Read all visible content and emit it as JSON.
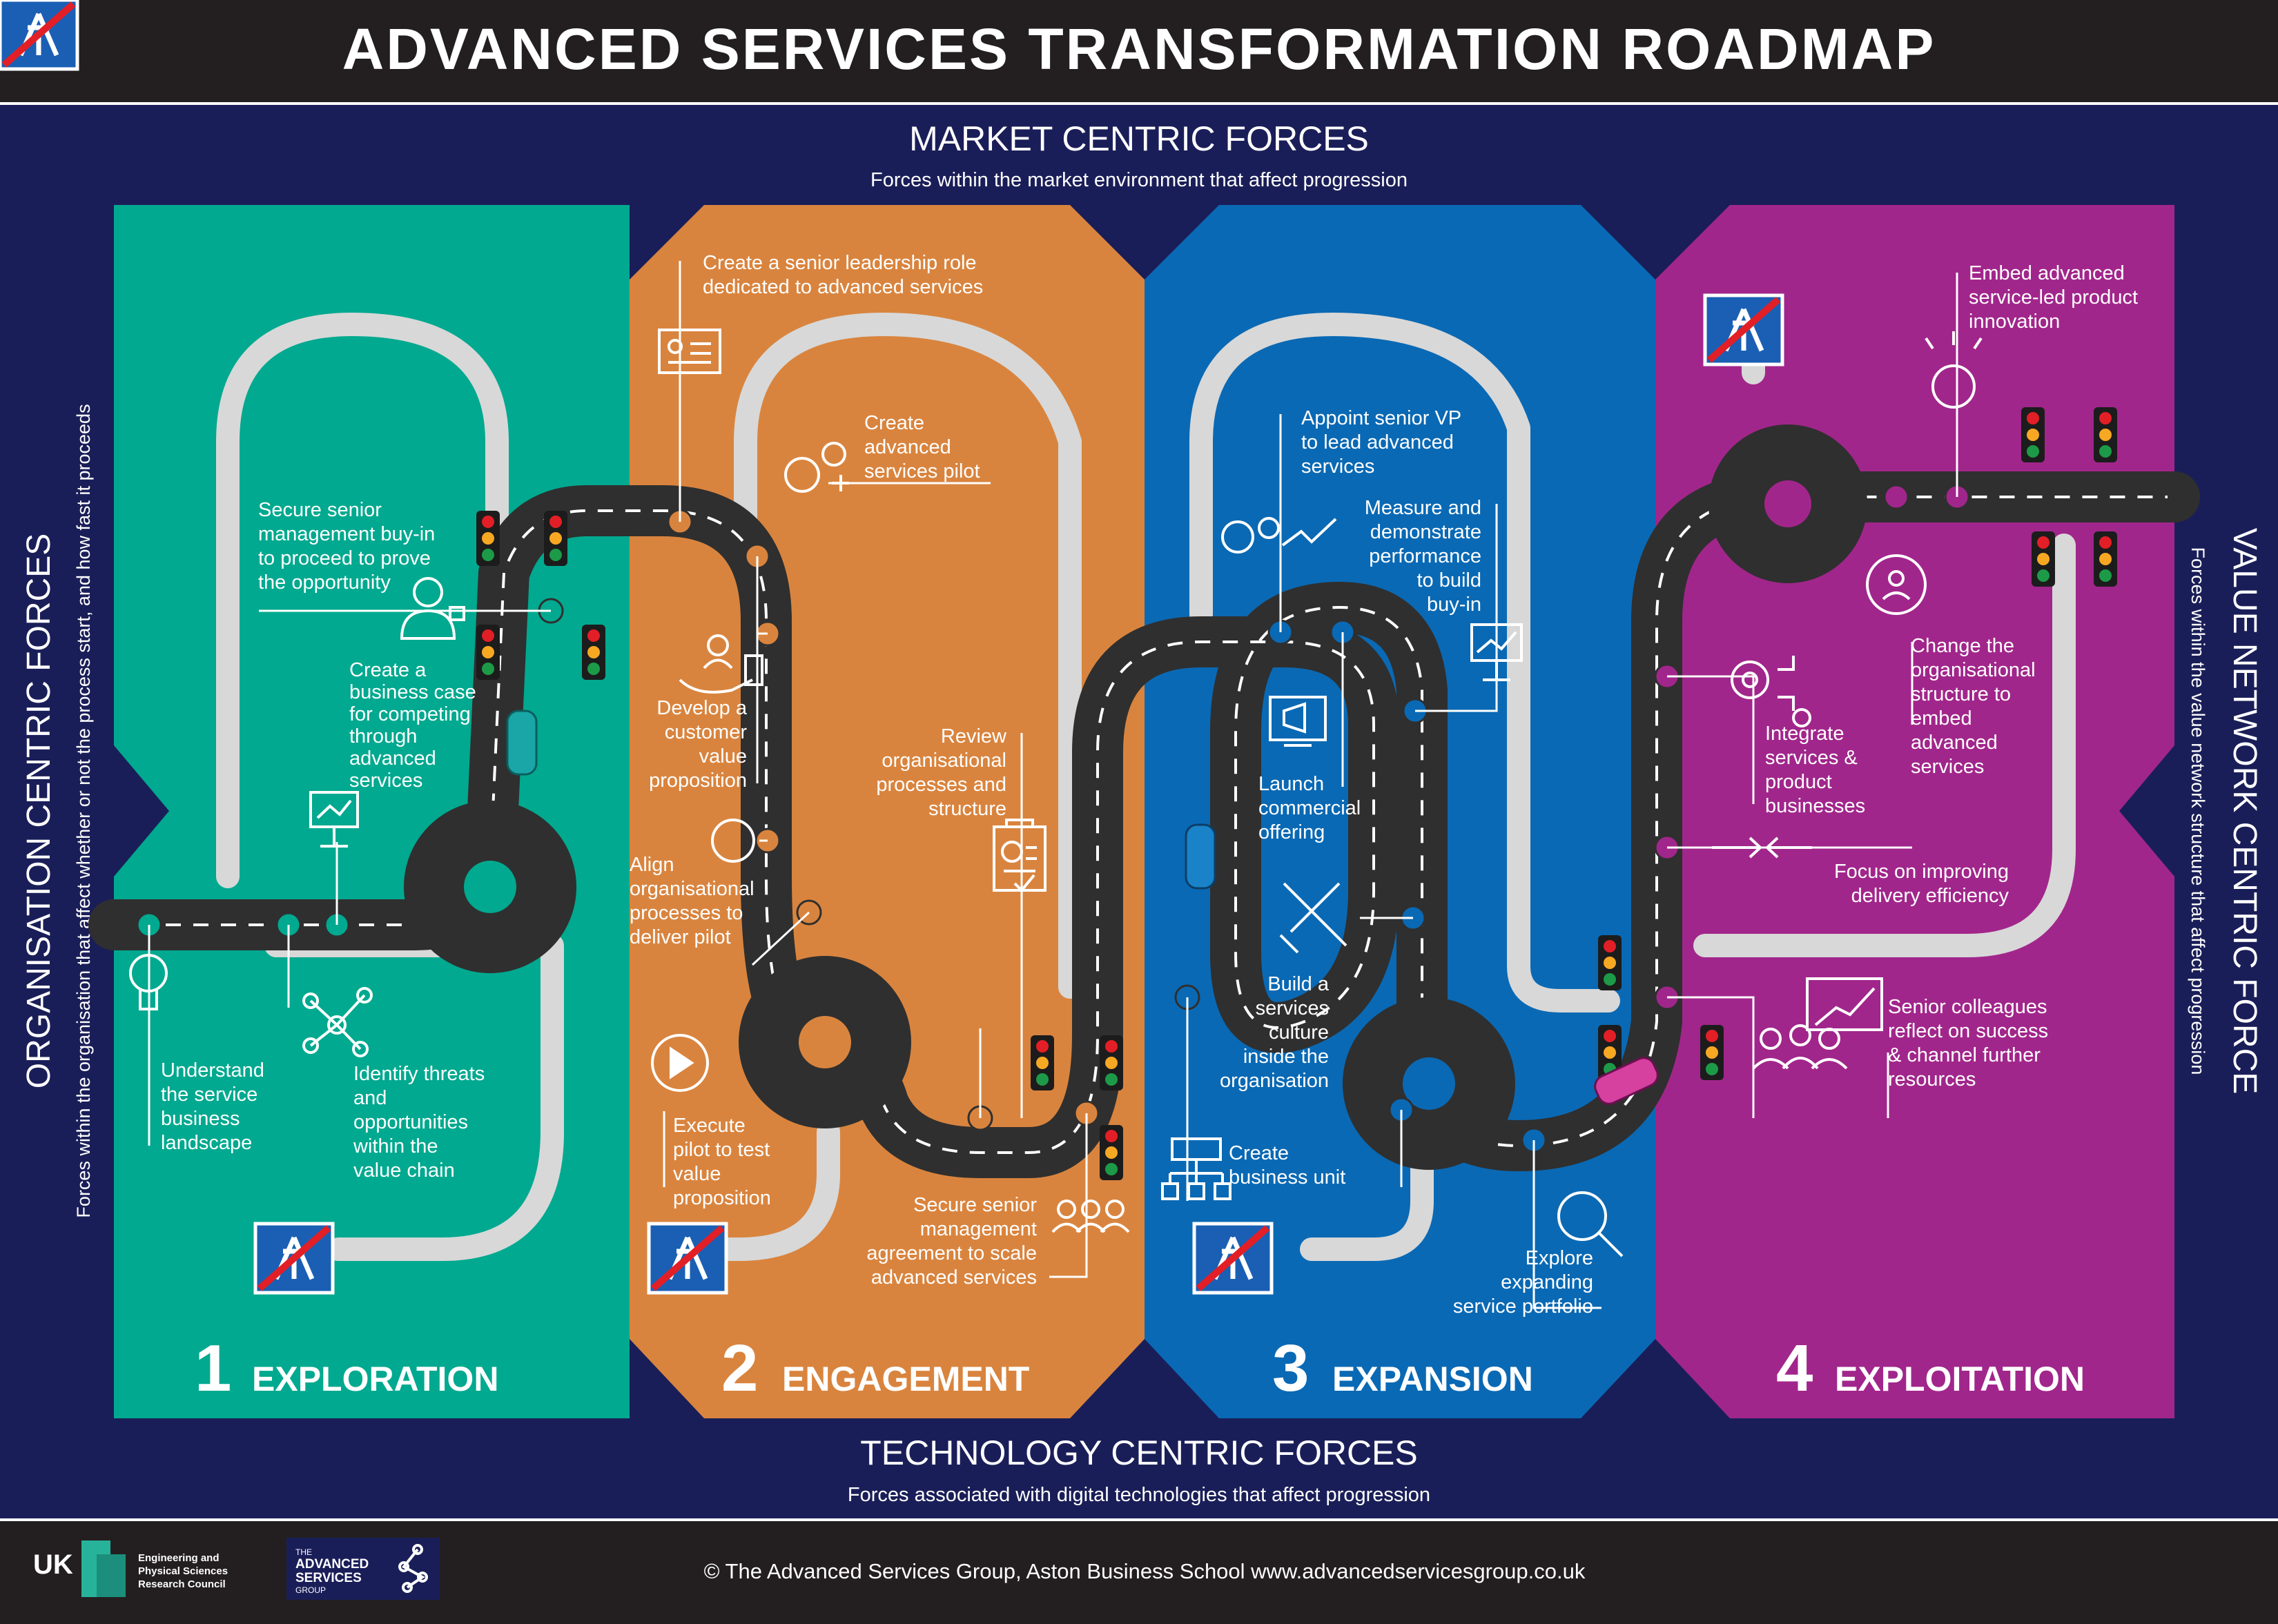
{
  "title": "ADVANCED SERVICES TRANSFORMATION ROADMAP",
  "top": {
    "heading": "MARKET CENTRIC FORCES",
    "sub": "Forces within the market environment that affect progression"
  },
  "bottom": {
    "heading": "TECHNOLOGY CENTRIC FORCES",
    "sub": "Forces associated with digital technologies that affect progression"
  },
  "left": {
    "heading": "ORGANISATION CENTRIC FORCES",
    "sub": "Forces within the organisation that affect whether or not the process start, and how fast it proceeds"
  },
  "right": {
    "heading": "VALUE NETWORK CENTRIC FORCE",
    "sub": "Forces within the value network structure that affect progression"
  },
  "colors": {
    "exploration": "#00a98f",
    "engagement": "#d9843e",
    "expansion": "#0a69b4",
    "exploitation": "#a1268b",
    "background": "#1a1e58",
    "road": "#2f2f2f"
  },
  "stages": [
    {
      "num": "1",
      "name": "EXPLORATION"
    },
    {
      "num": "2",
      "name": "ENGAGEMENT"
    },
    {
      "num": "3",
      "name": "EXPANSION"
    },
    {
      "num": "4",
      "name": "EXPLOITATION"
    }
  ],
  "labels": {
    "s1a": [
      "Secure senior",
      "management buy-in",
      "to proceed to prove",
      "the opportunity"
    ],
    "s1b": [
      "Create a",
      "business case",
      "for competing",
      "through",
      "advanced",
      "services"
    ],
    "s1c": [
      "Understand",
      "the service",
      "business",
      "landscape"
    ],
    "s1d": [
      "Identify threats",
      "and",
      "opportunities",
      "within the",
      "value chain"
    ],
    "s2a": [
      "Create a senior leadership role",
      "dedicated to advanced services"
    ],
    "s2b": [
      "Create",
      "advanced",
      "services pilot"
    ],
    "s2c": [
      "Develop a",
      "customer",
      "value",
      "proposition"
    ],
    "s2d": [
      "Review",
      "organisational",
      "processes and",
      "structure"
    ],
    "s2e": [
      "Align",
      "organisational",
      "processes to",
      "deliver pilot"
    ],
    "s2f": [
      "Execute",
      "pilot to test",
      "value",
      "proposition"
    ],
    "s2g": [
      "Secure senior",
      "management",
      "agreement to scale",
      "advanced services"
    ],
    "s3a": [
      "Appoint senior VP",
      "to lead advanced",
      "services"
    ],
    "s3b": [
      "Measure and",
      "demonstrate",
      "performance",
      "to build",
      "buy-in"
    ],
    "s3c": [
      "Launch",
      "commercial",
      "offering"
    ],
    "s3d": [
      "Build a",
      "services",
      "culture",
      "inside the",
      "organisation"
    ],
    "s3e": [
      "Create",
      "business unit"
    ],
    "s3f": [
      "Explore",
      "expanding",
      "service portfolio"
    ],
    "s4a": [
      "Embed advanced",
      "service-led product",
      "innovation"
    ],
    "s4b": [
      "Change the",
      "organisational",
      "structure to",
      "embed",
      "advanced",
      "services"
    ],
    "s4c": [
      "Integrate",
      "services &",
      "product",
      "businesses"
    ],
    "s4d": [
      "Focus on improving",
      "delivery efficiency"
    ],
    "s4e": [
      "Senior colleagues",
      "reflect on success",
      "& channel further",
      "resources"
    ]
  },
  "footer": {
    "copyright": "© The Advanced Services Group, Aston Business School www.advancedservicesgroup.co.uk",
    "ukri": "UK RI",
    "epsrc": [
      "Engineering and",
      "Physical Sciences",
      "Research Council"
    ],
    "asg": [
      "THE",
      "ADVANCED",
      "SERVICES",
      "GROUP"
    ]
  }
}
